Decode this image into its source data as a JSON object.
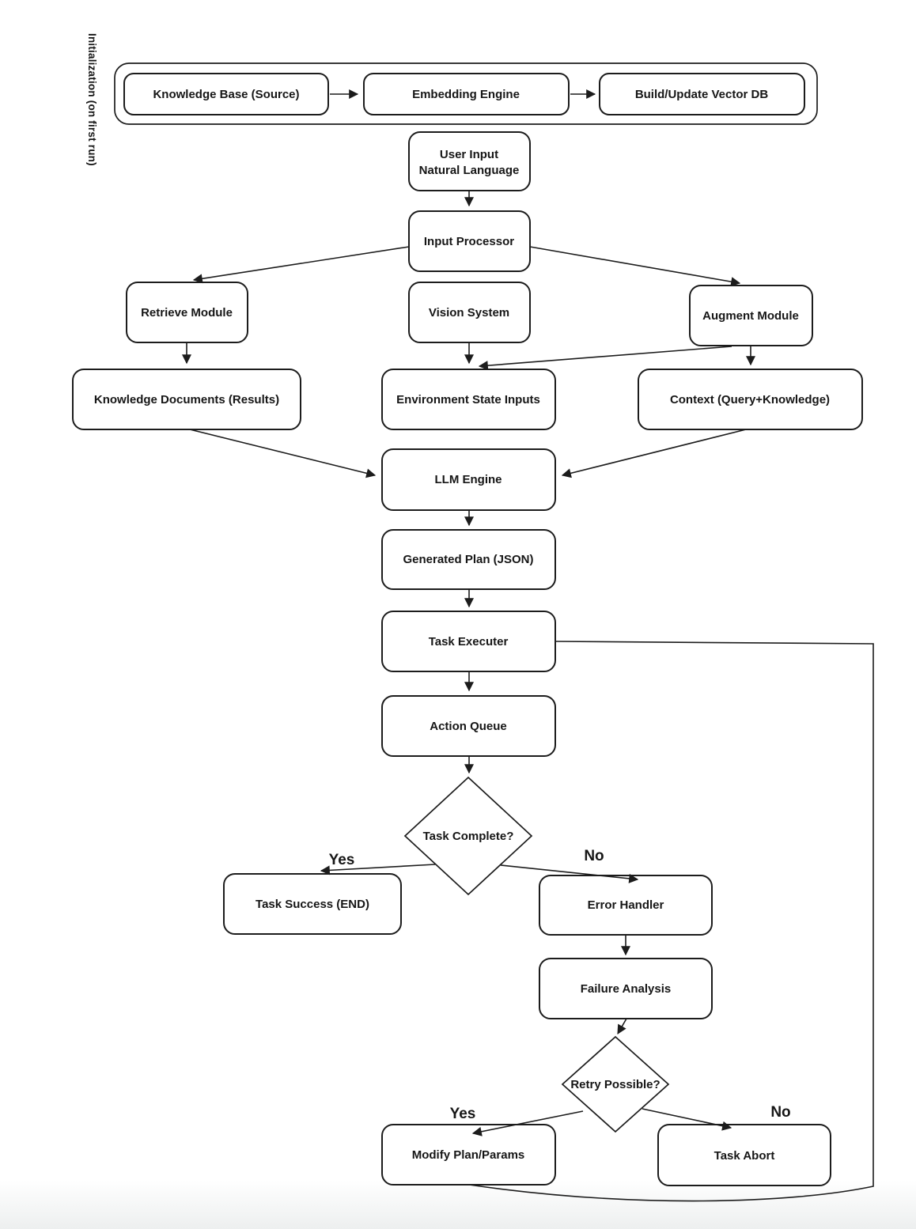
{
  "diagram": {
    "side_caption": "Initialization (on first run)",
    "nodes": {
      "knowledge_base": {
        "label": "Knowledge Base (Source)"
      },
      "embedding_engine": {
        "label": "Embedding Engine"
      },
      "build_update_vector_db": {
        "label": "Build/Update Vector DB"
      },
      "user_input": {
        "line1": "User Input",
        "line2": "Natural Language"
      },
      "input_processor": {
        "label": "Input Processor"
      },
      "retrieve_module": {
        "label": "Retrieve Module"
      },
      "vision_system": {
        "label": "Vision System"
      },
      "augment_module": {
        "label": "Augment Module"
      },
      "knowledge_documents": {
        "label": "Knowledge Documents (Results)"
      },
      "environment_state_inputs": {
        "label": "Environment State Inputs"
      },
      "context": {
        "label": "Context (Query+Knowledge)"
      },
      "llm_engine": {
        "label": "LLM Engine"
      },
      "generated_plan": {
        "label": "Generated Plan (JSON)"
      },
      "task_executer": {
        "label": "Task Executer"
      },
      "action_queue": {
        "label": "Action Queue"
      },
      "task_complete_decision": {
        "label": "Task Complete?"
      },
      "task_success": {
        "label": "Task Success (END)"
      },
      "error_handler": {
        "label": "Error Handler"
      },
      "failure_analysis": {
        "label": "Failure Analysis"
      },
      "retry_decision": {
        "label": "Retry Possible?"
      },
      "modify_plan": {
        "label": "Modify Plan/Params"
      },
      "task_abort": {
        "label": "Task Abort"
      }
    },
    "edge_labels": {
      "task_complete_yes": "Yes",
      "task_complete_no": "No",
      "retry_yes": "Yes",
      "retry_no": "No"
    },
    "colors": {
      "stroke": "#1c1c1c",
      "node_fill": "#ffffff",
      "background": "#ffffff",
      "footer_fade": "#edefef"
    }
  }
}
